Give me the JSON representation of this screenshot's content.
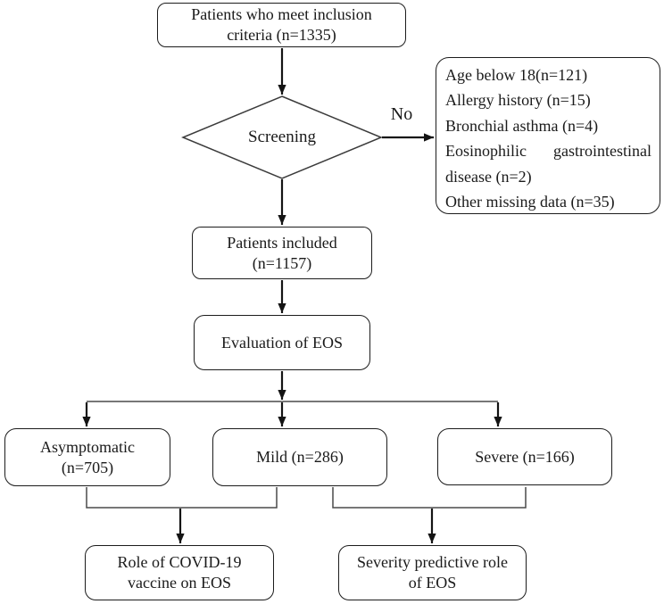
{
  "colors": {
    "background": "#ffffff",
    "box_border": "#1c1c1c",
    "text": "#1a1a1a",
    "arrow": "#141414",
    "thin_connector": "#4a4a4a"
  },
  "labels": {
    "no": "No"
  },
  "nodes": {
    "inclusion": {
      "line1": "Patients who meet inclusion",
      "line2": "criteria (n=1335)"
    },
    "screening": {
      "label": "Screening"
    },
    "exclusion": {
      "items": [
        "Age below 18(n=121)",
        "Allergy history (n=15)",
        "Bronchial asthma (n=4)",
        "Eosinophilic gastrointestinal disease (n=2)",
        "Other missing data (n=35)"
      ]
    },
    "included": {
      "line1": "Patients included",
      "line2": "(n=1157)"
    },
    "evaluation": {
      "label": "Evaluation of EOS"
    },
    "asymptomatic": {
      "line1": "Asymptomatic",
      "line2": "(n=705)"
    },
    "mild": {
      "label": "Mild (n=286)"
    },
    "severe": {
      "label": "Severe (n=166)"
    },
    "role": {
      "line1": "Role of COVID-19",
      "line2": "vaccine on EOS"
    },
    "severity": {
      "line1": "Severity predictive role",
      "line2": "of EOS"
    }
  }
}
